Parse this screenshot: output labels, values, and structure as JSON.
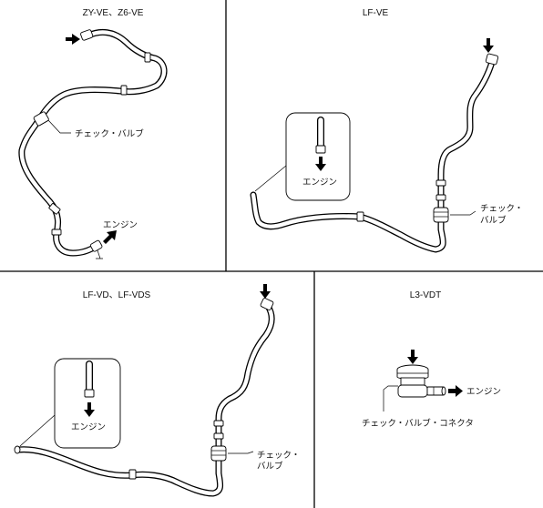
{
  "panels": {
    "zy_ve": {
      "title": "ZY-VE、Z6-VE",
      "check_valve_label": "チェック・バルブ",
      "engine_label": "エンジン"
    },
    "lf_ve": {
      "title": "LF-VE",
      "inset_engine_label": "エンジン",
      "check_valve_label_line1": "チェック・",
      "check_valve_label_line2": "バルブ"
    },
    "lf_vd": {
      "title": "LF-VD、LF-VDS",
      "inset_engine_label": "エンジン",
      "check_valve_label_line1": "チェック・",
      "check_valve_label_line2": "バルブ"
    },
    "l3_vdt": {
      "title": "L3-VDT",
      "engine_label": "エンジン",
      "connector_label": "チェック・バルブ・コネクタ"
    }
  }
}
